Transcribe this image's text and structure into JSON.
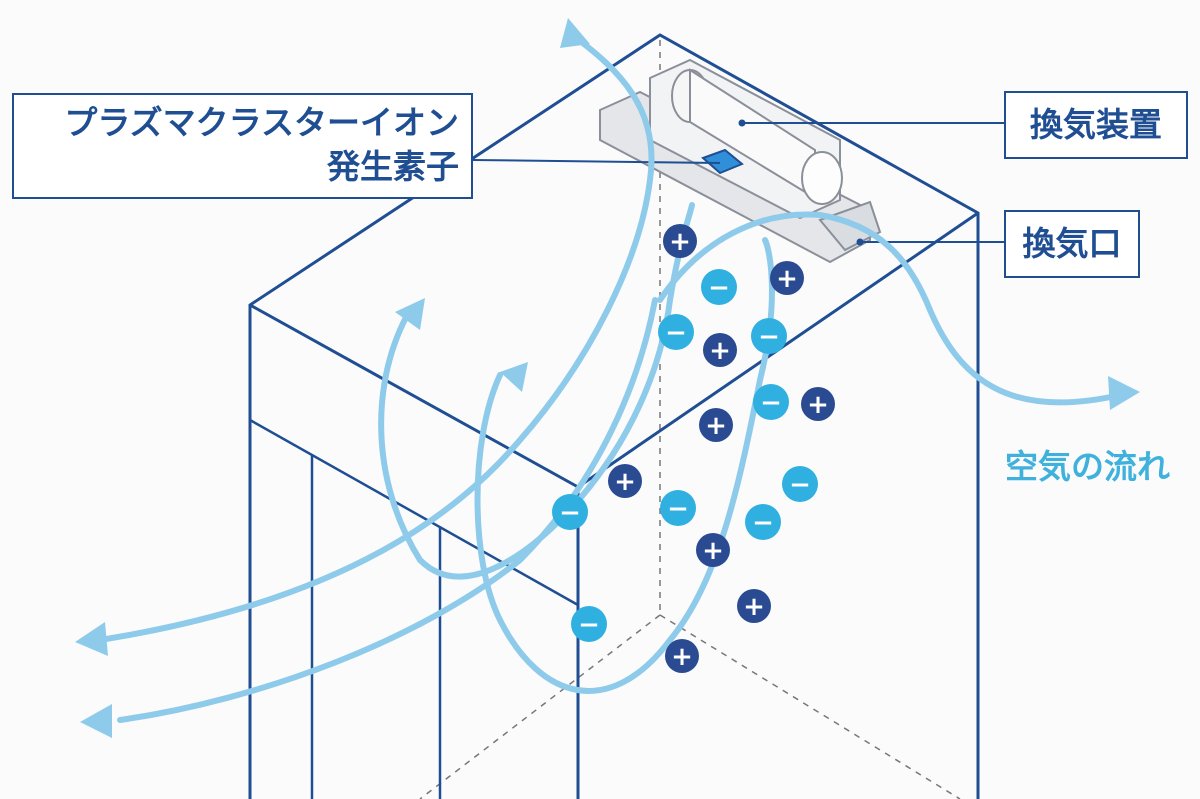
{
  "labels": {
    "ion_element_line1": "プラズマクラスターイオン",
    "ion_element_line2": "発生素子",
    "ventilation_device": "換気装置",
    "ventilation_port": "換気口",
    "airflow": "空気の流れ"
  },
  "ion_signs": {
    "positive": "+",
    "negative": "−"
  },
  "colors": {
    "outline": "#1f4e93",
    "airflow": "#8ecbea",
    "airflow_label": "#3fb1dd",
    "positive_ion": "#2a4a92",
    "negative_ion": "#2fb0e0"
  }
}
